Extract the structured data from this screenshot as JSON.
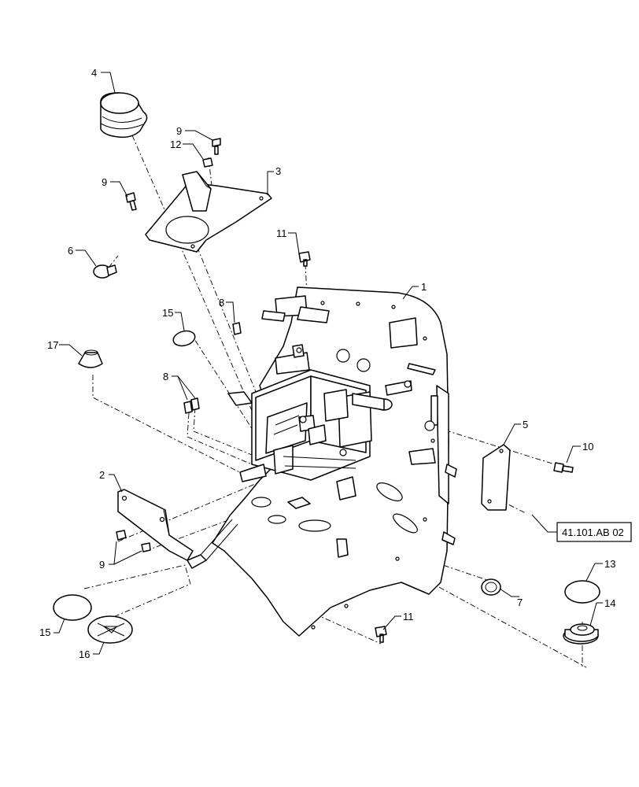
{
  "diagram": {
    "callouts": {
      "c1": "1",
      "c2": "2",
      "c3": "3",
      "c4": "4",
      "c5": "5",
      "c6": "6",
      "c7": "7",
      "c8a": "8",
      "c8b": "8",
      "c9a": "9",
      "c9b": "9",
      "c9c": "9",
      "c10": "10",
      "c11a": "11",
      "c11b": "11",
      "c12": "12",
      "c13": "13",
      "c14": "14",
      "c15a": "15",
      "c15b": "15",
      "c16": "16",
      "c17": "17"
    },
    "reference": "41.101.AB 02"
  }
}
